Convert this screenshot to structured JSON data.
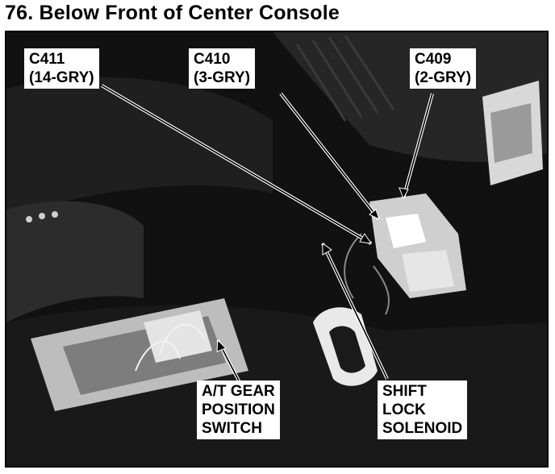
{
  "document": {
    "title": "76. Below Front of Center Console"
  },
  "callouts": {
    "c411": {
      "line1": "C411",
      "line2": "(14-GRY)"
    },
    "c410": {
      "line1": "C410",
      "line2": "(3-GRY)"
    },
    "c409": {
      "line1": "C409",
      "line2": "(2-GRY)"
    },
    "gear_switch": {
      "line1": "A/T GEAR",
      "line2": "POSITION",
      "line3": "SWITCH"
    },
    "shift_lock": {
      "line1": "SHIFT",
      "line2": "LOCK",
      "line3": "SOLENOID"
    }
  }
}
